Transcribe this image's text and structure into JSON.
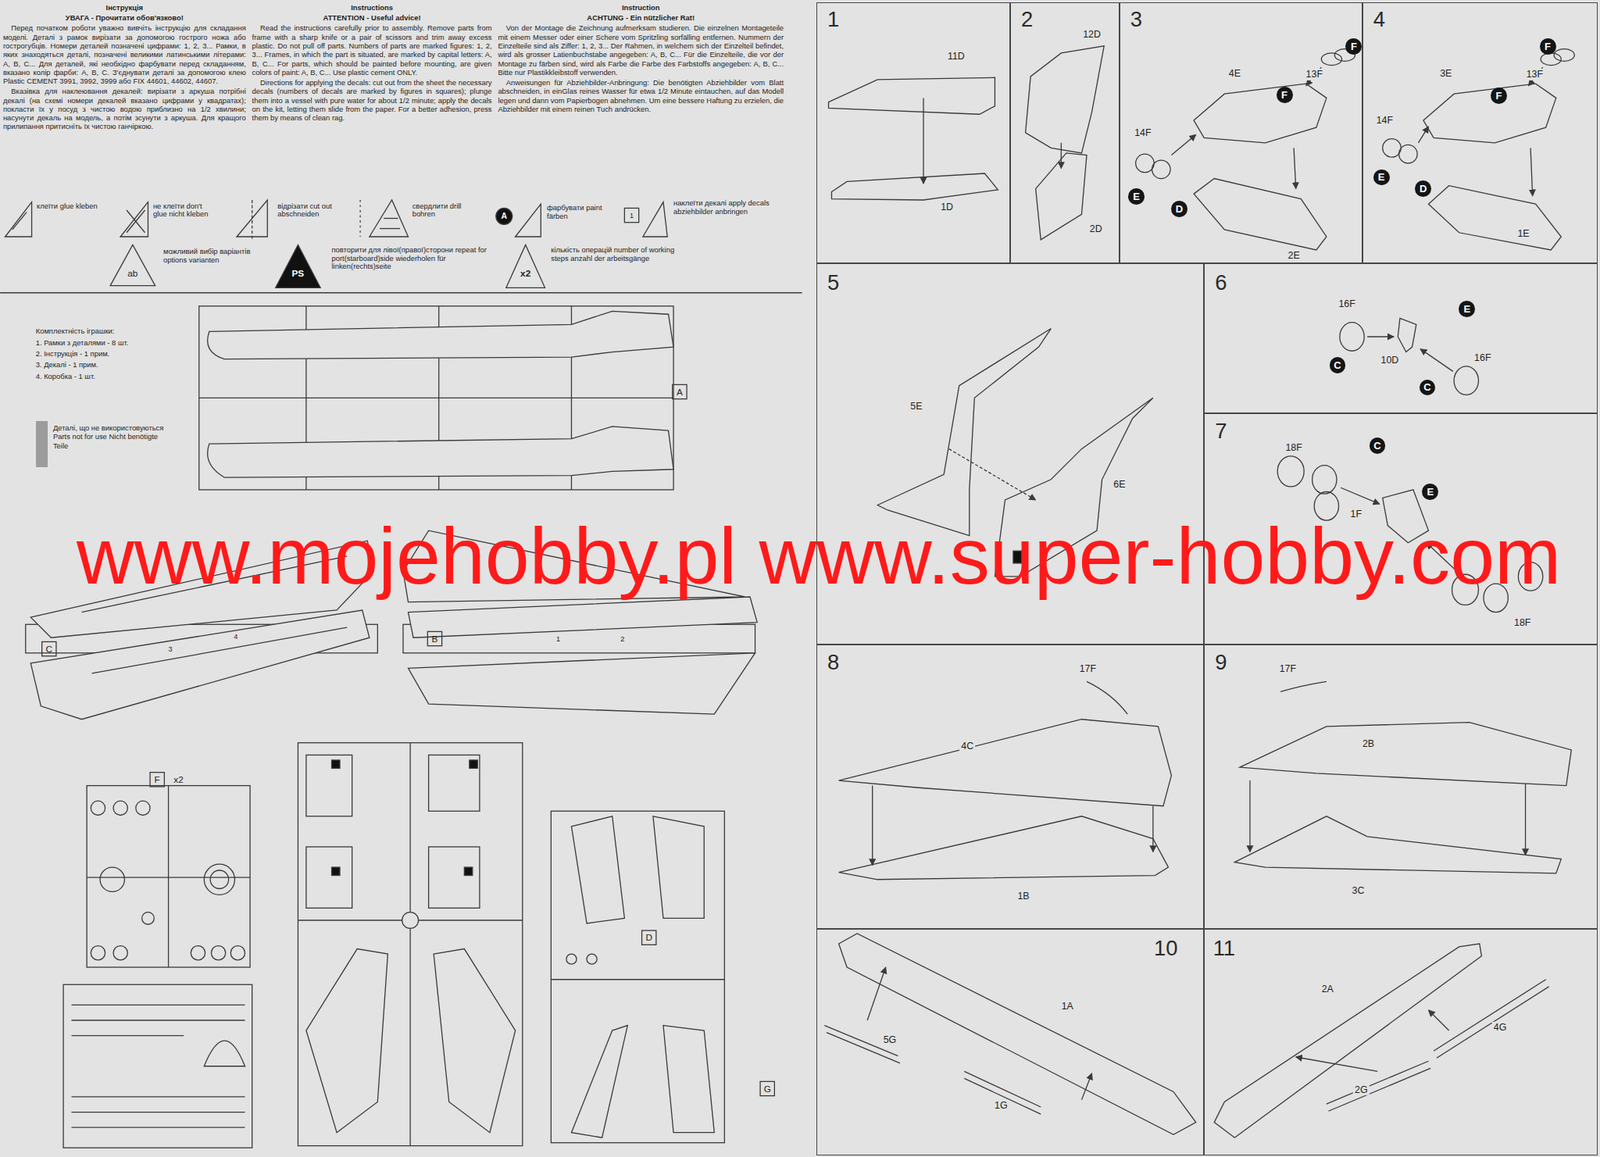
{
  "diagram": {
    "nodes": [
      {
        "text": [
          "1"
        ]
      },
      {
        "text": [
          "2"
        ]
      },
      {
        "text": [
          "3"
        ]
      },
      {
        "text": [
          "F"
        ],
        "in": 2
      },
      {
        "text": [
          "F"
        ],
        "in": 2
      },
      {
        "text": [
          "E"
        ],
        "in": 2
      },
      {
        "text": [
          "D"
        ],
        "in": 2
      },
      {
        "text": [
          "4"
        ]
      },
      {
        "text": [
          "F"
        ],
        "in": 7
      },
      {
        "text": [
          "F"
        ],
        "in": 7
      },
      {
        "text": [
          "E"
        ],
        "in": 7
      },
      {
        "text": [
          "D"
        ],
        "in": 7
      },
      {
        "text": [
          "5"
        ]
      },
      {
        "text": [
          "6"
        ]
      },
      {
        "text": [
          "E"
        ],
        "in": 13
      },
      {
        "text": [
          "C"
        ],
        "in": 13
      },
      {
        "text": [
          "C"
        ],
        "in": 13
      },
      {
        "text": [
          "7"
        ]
      },
      {
        "text": [
          "C"
        ],
        "in": 17
      },
      {
        "text": [
          "E"
        ],
        "in": 17
      },
      {
        "text": [
          "8"
        ]
      },
      {
        "text": [
          "9"
        ]
      },
      {
        "text": [
          "10"
        ]
      },
      {
        "text": [
          "11"
        ]
      }
    ],
    "labels": [
      "Інструкція",
      "УВАГА - Прочитати обов'язково!",
      "Перед початком роботи уважно вивчіть інструкцію для складання моделі. Деталі з рамок вирізати за допомогою гострого ножа або гострогубців. Номери деталей позначені цифрами: 1, 2, 3... Рамки, в яких знаходяться деталі, позначені великими латинськими літерами: A, B, C... Для деталей, які необхідно фарбувати перед складанням, вказано колір фарби: A, B, C. З'єднувати деталі за допомогою клею Plastic CEMENT 3991, 3992, 3999 або FIX 44601, 44602, 44607.",
      "Вказівка для наклеювання декалей: вирізати з аркуша потрібні декалі (на схемі номери декалей вказано цифрами у квадратах); покласти їх у посуд з чистою водою приблизно на 1/2 хвилини; насунути декаль на модель, а потім зсунути з аркуша. Для кращого прилипання притисніть їх чистою ганчіркою.",
      "Instructions",
      "ATTENTION - Useful advice!",
      "Read the instructions carefully prior to assembly. Remove parts from frame with a sharp knife or a pair of scissors and trim away excess plastic. Do not pull off parts. Numbers of parts are marked figures: 1, 2, 3... Frames, in which the part is situated, are marked by capital letters: A, B, C... For parts, which should be painted before mounting, are given colors of paint: A, B, C... Use plastic cement ONLY.",
      "Directions for applying the decals: cut out from the sheet the necessary decals (numbers of decals are marked by figures in squares); plunge them into a vessel with pure water for about 1/2 minute; apply the decals on the kit, letting them slide from the paper. For a better adhesion, press them by means of clean rag.",
      "Instruction",
      "ACHTUNG - Ein nützlicher Rat!",
      "Von der Montage die Zeichnung aufmerksam studieren. Die einzelnen Montageteile mit einem Messer oder einer Schere vom Spritzling sorfälling entfernen. Nummern der Einzelteile sind als Ziffer: 1, 2, 3... Der Rahmen, in welchem sich der Einzelteil befindet, wird als grosser Latienbuchstabe angegeben: A, B, C... Für die Einzelteile, die vor der Montage zu färben sind, wird als Farbe die Farbe des Farbstoffs angegeben: A, B, C... Bitte nur Plastikkleibstoff verwenden.",
      "Anweisungen für Abziehbilder-Anbringung: Die benötigten Abziehbilder vom Blatt abschneiden, in einGlas reines Wasser für etwa 1/2 Minute eintauchen, auf das Modell legen und dann vom Papierbogen abnehmen. Um eine bessere Haftung zu erzielen, die Abziehbilder mit einem reinen Tuch andrücken.",
      "клеїти glue kleben",
      "не клеїти don't glue nicht kleben",
      "відрізати cut out abschneiden",
      "свердлити drill bohren",
      "фарбувати paint färben",
      "наклеїти декалі apply decals abziehbilder anbringen",
      "можливий вибір варіантів options varianten",
      "повторити для лівої(правої)сторони repeat for port(starboard)side wiederholen für linken(rechts)seite",
      "кількість операцій number of working steps anzahl der arbeitsgänge",
      "ab",
      "PS",
      "x2",
      "A",
      "1",
      "Комплектність іграшки:",
      "1. Рамки з деталями - 8 шт.",
      "2. Інструкція - 1 прим.",
      "3. Декалі - 1 прим.",
      "4. Коробка - 1 шт.",
      "A",
      "C",
      "3",
      "4",
      "B",
      "1",
      "2",
      "F",
      "x2",
      "D",
      "G",
      "www.mojehobby.pl www.super-hobby.com",
      "11D",
      "1D",
      "12D",
      "2D",
      "13F",
      "4E",
      "14F",
      "2E",
      "13F",
      "3E",
      "14F",
      "1E",
      "5E",
      "6E",
      "16F",
      "10D",
      "16F",
      "18F",
      "1F",
      "18F",
      "17F",
      "4C",
      "1B",
      "17F",
      "2B",
      "3C",
      "1A",
      "5G",
      "1G",
      "2A",
      "4G",
      "2G"
    ],
    "legend": [
      {
        "text": "Деталі, що не використовуються Parts not for use Nicht benötigte Teile",
        "color": "#9c9c9c"
      }
    ]
  }
}
